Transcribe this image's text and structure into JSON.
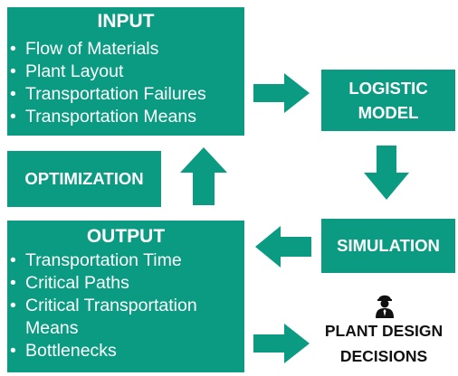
{
  "input": {
    "title": "INPUT",
    "items": [
      "Flow of Materials",
      "Plant Layout",
      "Transportation Failures",
      "Transportation Means"
    ]
  },
  "logistic_model": {
    "line1": "LOGISTIC",
    "line2": "MODEL"
  },
  "optimization": {
    "label": "OPTIMIZATION"
  },
  "simulation": {
    "label": "SIMULATION"
  },
  "output": {
    "title": "OUTPUT",
    "items": [
      "Transportation Time",
      "Critical Paths",
      "Critical Transportation",
      "Means",
      "Bottlenecks"
    ]
  },
  "decisions": {
    "line1": "PLANT DESIGN",
    "line2": "DECISIONS",
    "icon": "person-icon"
  },
  "colors": {
    "box": "#0a9b82",
    "text": "#ffffff",
    "dark_text": "#111111"
  }
}
